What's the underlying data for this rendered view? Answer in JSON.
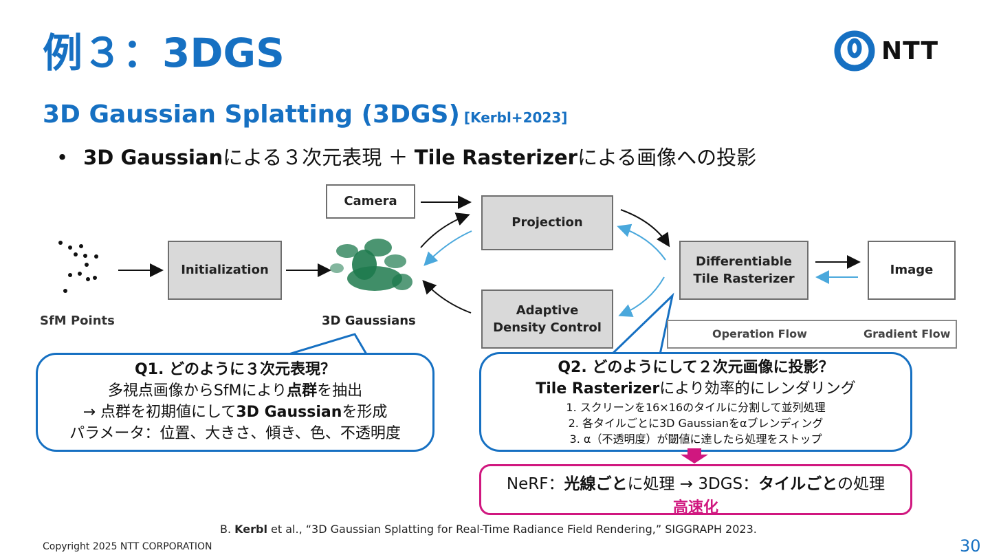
{
  "slide": {
    "title": "例３：3DGS",
    "logo_text": "NTT",
    "subtitle": "3D Gaussian Splatting (3DGS)",
    "subtitle_ref": "[Kerbl+2023]",
    "bullet": {
      "marker": "•",
      "b1": "3D Gaussian",
      "t1": "による３次元表現 ＋ ",
      "b2": "Tile Rasterizer",
      "t2": "による画像への投影"
    },
    "page_number": "30",
    "copyright": "Copyright 2025 NTT CORPORATION"
  },
  "diagram": {
    "camera": "Camera",
    "projection": "Projection",
    "initialization": "Initialization",
    "rasterizer_line1": "Differentiable",
    "rasterizer_line2": "Tile Rasterizer",
    "image": "Image",
    "adaptive_line1": "Adaptive",
    "adaptive_line2": "Density Control",
    "sfm_points": "SfM Points",
    "gaussians": "3D Gaussians",
    "legend_operation": "Operation Flow",
    "legend_gradient": "Gradient Flow",
    "colors": {
      "operation": "#111111",
      "gradient": "#4aa8dc",
      "gaussian": "#1e7a4e"
    }
  },
  "q1": {
    "heading": "Q1. どのように３次元表現？",
    "line1_a": "多視点画像からSfMにより",
    "line1_b": "点群",
    "line1_c": "を抽出",
    "line2_a": "→ 点群を初期値にして",
    "line2_b": "3D Gaussian",
    "line2_c": "を形成",
    "line3": "パラメータ：位置、大きさ、傾き、色、不透明度"
  },
  "q2": {
    "heading": "Q2. どのようにして２次元画像に投影？",
    "line1_b": "Tile Rasterizer",
    "line1_c": "により効率的にレンダリング",
    "steps": [
      "1. スクリーンを16×16のタイルに分割して並列処理",
      "2. 各タイルごとに3D Gaussianをαブレンディング",
      "3. α（不透明度）が閾値に達したら処理をストップ"
    ]
  },
  "compare": {
    "a": "NeRF：",
    "b": "光線ごと",
    "c": "に処理 → 3DGS：",
    "d": "タイルごと",
    "e": "の処理",
    "fast": "高速化"
  },
  "citation": {
    "a": "B. ",
    "b": "Kerbl",
    "c": " et al., “3D Gaussian Splatting for Real-Time Radiance Field Rendering,” SIGGRAPH 2023."
  },
  "colors": {
    "accent": "#1670c2",
    "highlight": "#d0177f"
  }
}
